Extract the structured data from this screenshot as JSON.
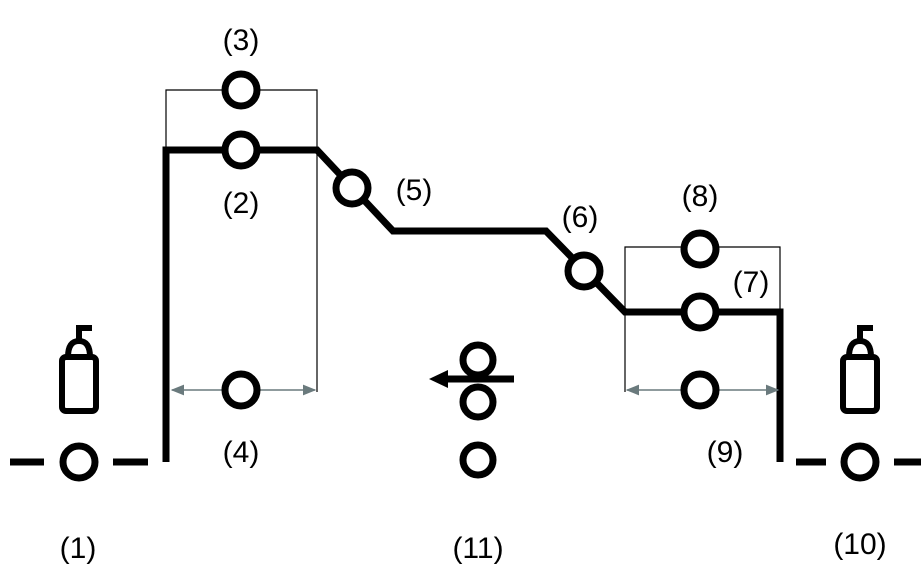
{
  "labels": {
    "l1": "(1)",
    "l2": "(2)",
    "l3": "(3)",
    "l4": "(4)",
    "l5": "(5)",
    "l6": "(6)",
    "l7": "(7)",
    "l8": "(8)",
    "l9": "(9)",
    "l10": "(10)",
    "l11": "(11)"
  },
  "icons": {
    "left_cylinder": "gas-cylinder-icon",
    "right_cylinder": "gas-cylinder-icon",
    "legend_symbol": "three-circle-stack-icon"
  },
  "colors": {
    "line": "#000000",
    "dimension": "#6a7a7d",
    "background": "#ffffff"
  }
}
